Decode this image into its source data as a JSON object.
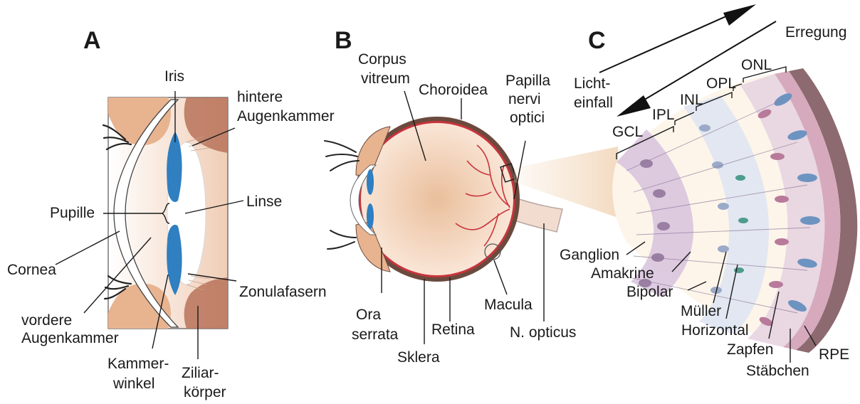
{
  "panels": {
    "a": {
      "letter": "A",
      "labels": {
        "iris": "Iris",
        "hintere_line1": "hintere",
        "hintere_line2": "Augenkammer",
        "linse": "Linse",
        "pupille": "Pupille",
        "cornea": "Cornea",
        "zonula": "Zonulafasern",
        "vordere_line1": "vordere",
        "vordere_line2": "Augenkammer",
        "kammer_line1": "Kammer-",
        "kammer_line2": "winkel",
        "ziliar_line1": "Ziliar-",
        "ziliar_line2": "körper"
      }
    },
    "b": {
      "letter": "B",
      "labels": {
        "corpus_line1": "Corpus",
        "corpus_line2": "vitreum",
        "choroidea": "Choroidea",
        "papilla_line1": "Papilla",
        "papilla_line2": "nervi",
        "papilla_line3": "optici",
        "macula": "Macula",
        "ora_line1": "Ora",
        "ora_line2": "serrata",
        "sklera": "Sklera",
        "retina": "Retina",
        "opticus": "N. opticus"
      }
    },
    "c": {
      "letter": "C",
      "labels": {
        "erregung": "Erregung",
        "licht_line1": "Licht-",
        "licht_line2": "einfall",
        "onl": "ONL",
        "opl": "OPL",
        "inl": "INL",
        "ipl": "IPL",
        "gcl": "GCL",
        "ganglion": "Ganglion",
        "amakrine": "Amakrine",
        "bipolar": "Bipolar",
        "mueller": "Müller",
        "horizontal": "Horizontal",
        "zapfen": "Zapfen",
        "staebchen": "Stäbchen",
        "rpe": "RPE"
      }
    }
  },
  "colors": {
    "iris_blue": "#2f7fc1",
    "skin": "#e8b38f",
    "retina_red": "#c8343c",
    "vitreous": "#efc7a4",
    "sclera_brown": "#6b4a3e",
    "retina_purple": "#9a7fa3",
    "layer_blue": "#c9d3e6",
    "cone_blue": "#6d93c1"
  }
}
